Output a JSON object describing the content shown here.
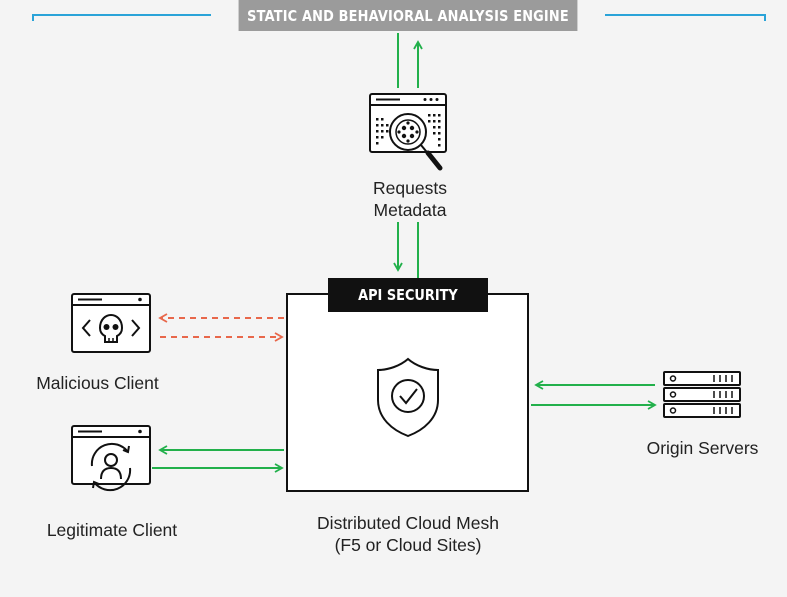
{
  "diagram": {
    "engine_title": "STATIC AND BEHAVIORAL ANALYSIS ENGINE",
    "requests_metadata": [
      "Requests",
      "Metadata"
    ],
    "api_security": "API SECURITY",
    "mesh_label": [
      "Distributed Cloud Mesh",
      "(F5 or Cloud Sites)"
    ],
    "malicious_client": "Malicious Client",
    "legitimate_client": "Legitimate Client",
    "origin_servers": "Origin Servers",
    "colors": {
      "accent_blue": "#2aa3d8",
      "flow_green": "#22b04b",
      "threat_red": "#e8674a",
      "banner_gray": "#9b9b9b"
    },
    "icons": [
      "metadata-search-icon",
      "shield-check-icon",
      "skull-code-icon",
      "user-cycle-icon",
      "server-rack-icon"
    ]
  }
}
